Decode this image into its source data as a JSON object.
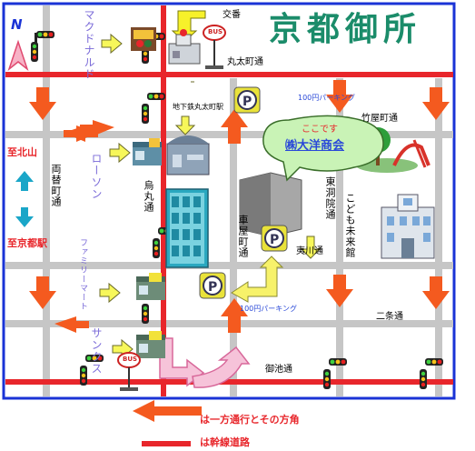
{
  "title": "京都御所",
  "compass": "N",
  "colors": {
    "frame": "#1a33d6",
    "road_gray": "#c6c6c6",
    "road_red": "#e8262b",
    "arrow": "#f45a1f",
    "title_text": "#1b8c6a",
    "bubble": "#c9f3b6",
    "label_blue": "#2a49d8",
    "label_red": "#e8262b"
  },
  "landmarks": {
    "mcdonalds": "マクドナルド",
    "police_box": "交番",
    "lawson": "ローソン",
    "familymart": "ファミリーマート",
    "sunkus": "サンクス",
    "subway_station": "地下鉄丸太町駅",
    "parking_top": "100円パーキング",
    "parking_bottom": "100円パーキング",
    "kodomo_museum": "こども未来館",
    "bubble_line1": "ここです",
    "bubble_line2": "㈱大洋商会",
    "bus_label": "BUS"
  },
  "streets": {
    "marutamachi": "丸太町通",
    "takeyamachi": "竹屋町通",
    "ryogaemachi": "両替町通",
    "karasuma": "烏丸通",
    "kurumayamachi": "車屋町通",
    "higashinotoin": "東洞院通",
    "ebisugawa": "夷川通",
    "nijo": "二条通",
    "oike": "御池通"
  },
  "directions": {
    "north": "至北山",
    "south": "至京都駅"
  },
  "legend": {
    "oneway": "は一方通行とその方角",
    "arterial": "は幹線道路"
  }
}
